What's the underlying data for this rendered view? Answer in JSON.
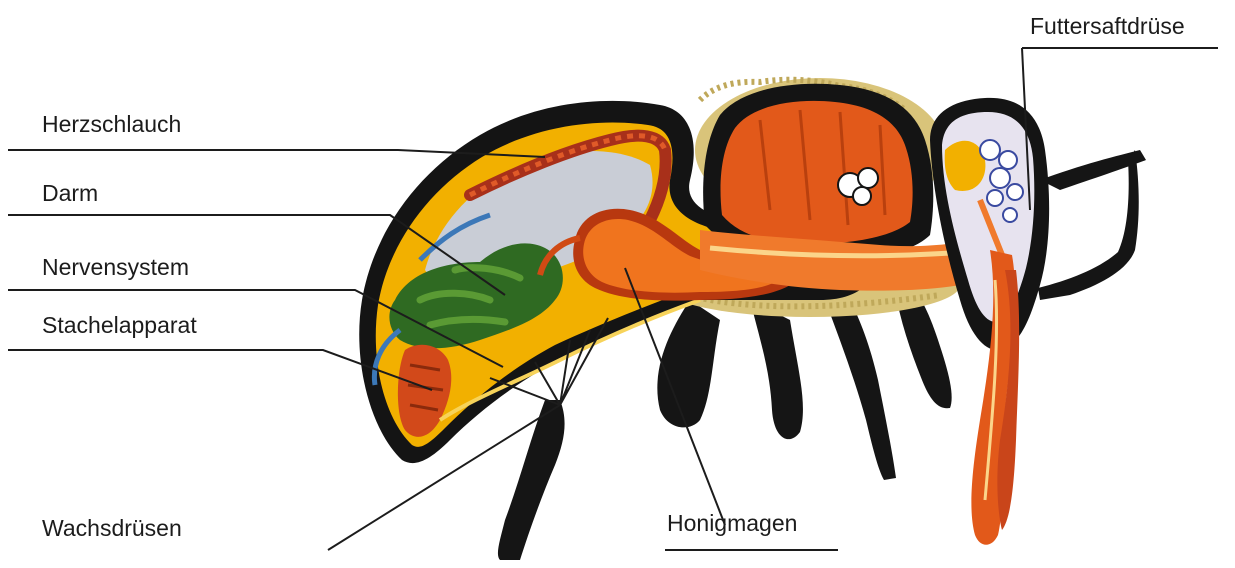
{
  "labels": {
    "herzschlauch": "Herzschlauch",
    "darm": "Darm",
    "nervensystem": "Nervensystem",
    "stachelapparat": "Stachelapparat",
    "wachsdruesen": "Wachsdrüsen",
    "honigmagen": "Honigmagen",
    "futtersaftdruese": "Futtersaftdrüse"
  },
  "colors": {
    "cuticle": "#141414",
    "body_fill": "#f2b000",
    "muscle": "#e2591a",
    "muscle_light": "#f07a2c",
    "honey_stomach": "#f0741e",
    "gut": "#2f6a22",
    "gut_light": "#5a9a34",
    "cavity": "#c9cdd6",
    "nerves": "#3c78b8",
    "fur": "#d9c47a",
    "leader_line": "#1c1c1c"
  }
}
